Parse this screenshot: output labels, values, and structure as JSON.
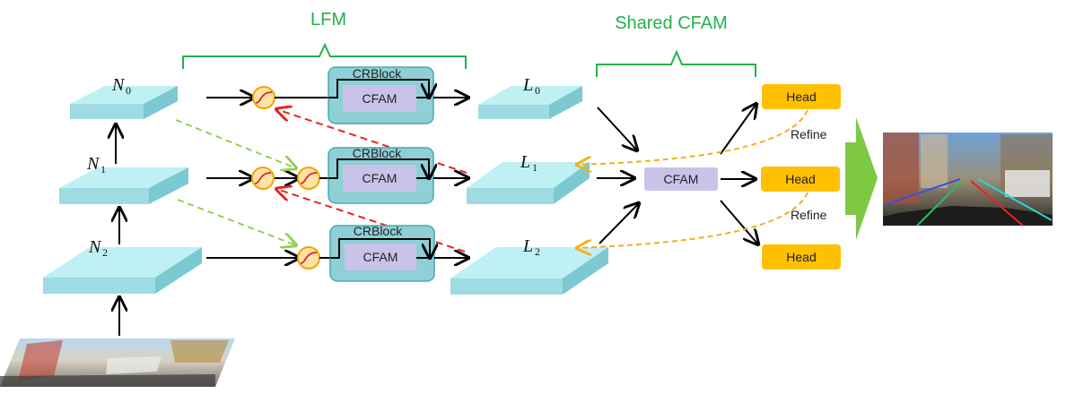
{
  "groups": {
    "lfm": "LFM",
    "shared_cfam": "Shared CFAM"
  },
  "crblock_label": "CRBlock",
  "cfam_label": "CFAM",
  "shared_cfam_label": "CFAM",
  "head_label": "Head",
  "refine_label": "Refine",
  "neck_levels": [
    {
      "symbol": "N",
      "sub": "0"
    },
    {
      "symbol": "N",
      "sub": "1"
    },
    {
      "symbol": "N",
      "sub": "2"
    }
  ],
  "output_levels": [
    {
      "symbol": "L",
      "sub": "0"
    },
    {
      "symbol": "L",
      "sub": "1"
    },
    {
      "symbol": "L",
      "sub": "2"
    }
  ],
  "colors": {
    "green_label": "#22b14c",
    "cyan_plate": "#a9e4ea",
    "crblock_fill": "#8fcfd6",
    "cfam_fill": "#c9c3ea",
    "head_fill": "#ffc000",
    "refine_arrow": "#f2b01e",
    "red_arrow": "#e8231f",
    "green_arrow": "#92d050",
    "big_arrow": "#7dc943"
  },
  "icons": [
    "sigmoid-icon",
    "input-road-image",
    "output-lane-image"
  ]
}
